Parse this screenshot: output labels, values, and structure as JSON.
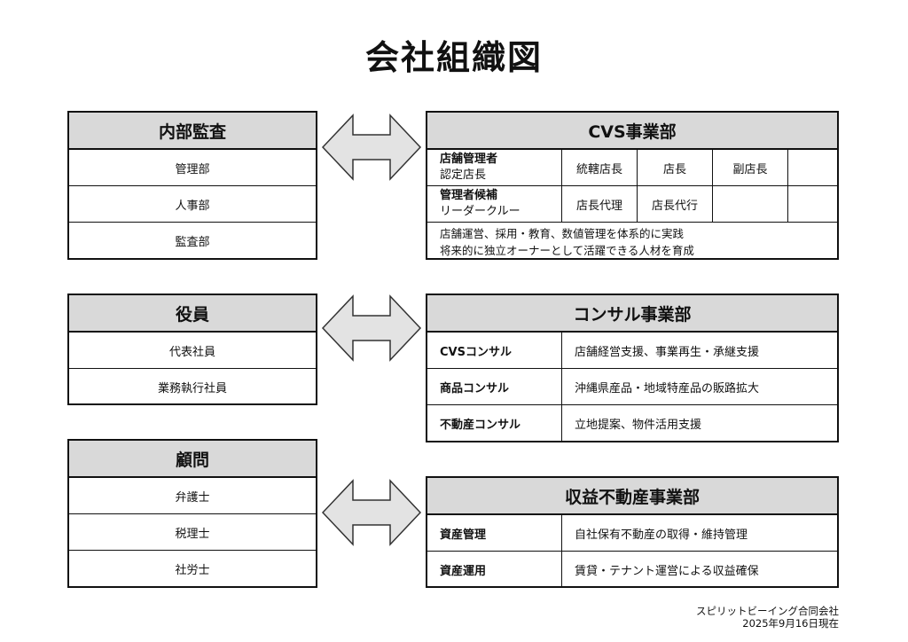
{
  "title": "会社組織図",
  "left": {
    "audit": {
      "title": "内部監査",
      "items": [
        "管理部",
        "人事部",
        "監査部"
      ]
    },
    "officers": {
      "title": "役員",
      "items": [
        "代表社員",
        "業務執行社員"
      ]
    },
    "advisors": {
      "title": "顧問",
      "items": [
        "弁護士",
        "税理士",
        "社労士"
      ]
    }
  },
  "cvs": {
    "title": "CVS事業部",
    "row1": {
      "label_bold": "店舗管理者",
      "label": "認定店長",
      "roles": [
        "統轄店長",
        "店長",
        "副店長",
        ""
      ]
    },
    "row2": {
      "label_bold": "管理者候補",
      "label": "リーダークルー",
      "roles": [
        "店長代理",
        "店長代行",
        "",
        ""
      ]
    },
    "note1": "店舗運営、採用・教育、数値管理を体系的に実践",
    "note2": "将来的に独立オーナーとして活躍できる人材を育成"
  },
  "consult": {
    "title": "コンサル事業部",
    "rows": [
      {
        "label": "CVSコンサル",
        "desc": "店舗経営支援、事業再生・承継支援"
      },
      {
        "label": "商品コンサル",
        "desc": "沖縄県産品・地域特産品の販路拡大"
      },
      {
        "label": "不動産コンサル",
        "desc": "立地提案、物件活用支援"
      }
    ]
  },
  "realestate": {
    "title": "収益不動産事業部",
    "rows": [
      {
        "label": "資産管理",
        "desc": "自社保有不動産の取得・維持管理"
      },
      {
        "label": "資産運用",
        "desc": "賃貸・テナント運営による収益確保"
      }
    ]
  },
  "footer": {
    "company": "スピリットビーイング合同会社",
    "date": "2025年9月16日現在"
  },
  "colors": {
    "header_bg": "#d9d9d9",
    "border": "#111111",
    "arrow_fill": "#e3e3e3"
  },
  "icons": [
    "double-arrow-icon"
  ]
}
